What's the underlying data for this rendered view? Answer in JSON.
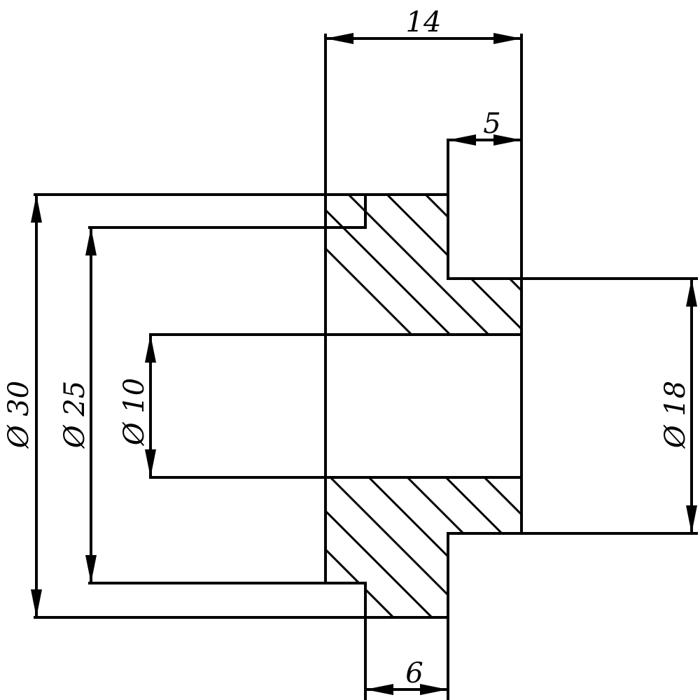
{
  "drawing": {
    "dims": {
      "overall_length": "14",
      "hub_length": "5",
      "flange_step": "6",
      "outer_diameter": "Ø 30",
      "counterbore_diameter": "Ø 25",
      "bore_diameter": "Ø 10",
      "hub_diameter": "Ø 18"
    },
    "colors": {
      "line": "#000000",
      "background": "#ffffff"
    }
  }
}
